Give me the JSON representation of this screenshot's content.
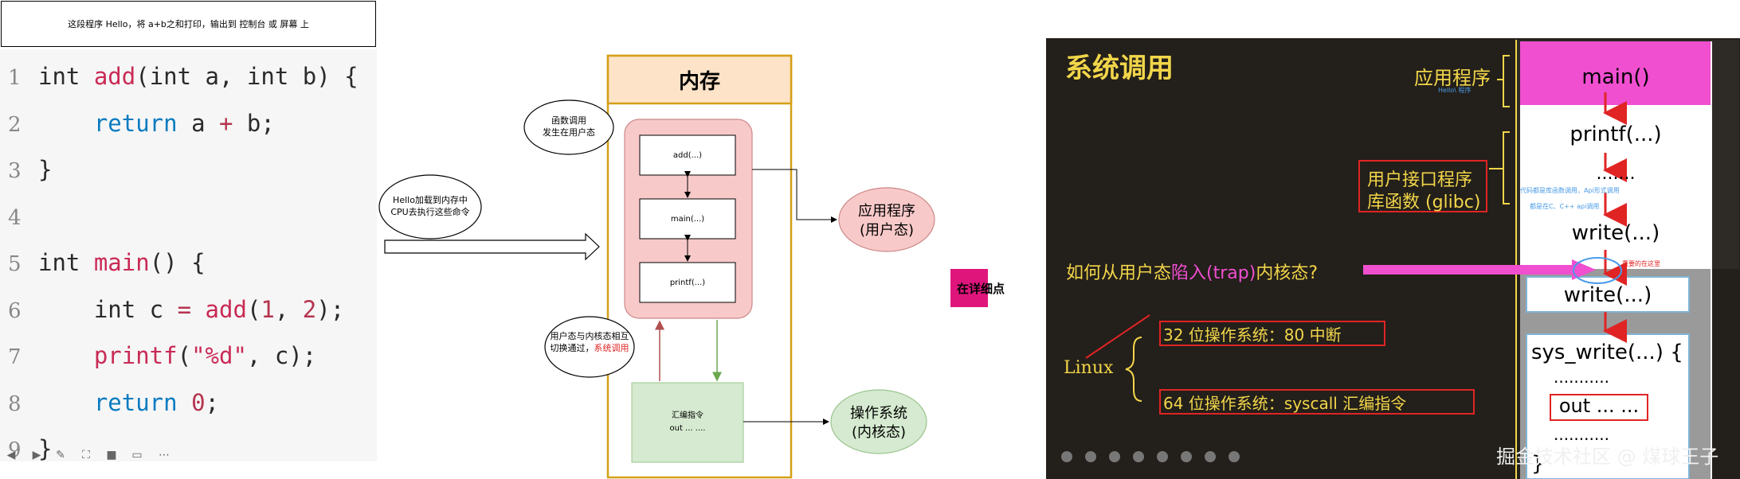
{
  "caption": "这段程序   Hello，将 a+b之和打印，输出到 控制台 或 屏幕 上",
  "code": {
    "lines": [
      {
        "num": "1",
        "parts": [
          [
            "kw",
            "int "
          ],
          [
            "fn",
            "add"
          ],
          [
            "kw",
            "(int a, int b) {"
          ]
        ]
      },
      {
        "num": "2",
        "parts": [
          [
            "kw",
            "    "
          ],
          [
            "kw2",
            "return"
          ],
          [
            "kw",
            " a "
          ],
          [
            "num",
            "+"
          ],
          [
            "kw",
            " b;"
          ]
        ]
      },
      {
        "num": "3",
        "parts": [
          [
            "kw",
            "}"
          ]
        ]
      },
      {
        "num": "4",
        "parts": []
      },
      {
        "num": "5",
        "parts": [
          [
            "kw",
            "int "
          ],
          [
            "fn",
            "main"
          ],
          [
            "kw",
            "() {"
          ]
        ]
      },
      {
        "num": "6",
        "parts": [
          [
            "kw",
            "    int c "
          ],
          [
            "num",
            "="
          ],
          [
            "kw",
            " "
          ],
          [
            "fn",
            "add"
          ],
          [
            "kw",
            "("
          ],
          [
            "num",
            "1"
          ],
          [
            "kw",
            ", "
          ],
          [
            "num",
            "2"
          ],
          [
            "kw",
            ");"
          ]
        ]
      },
      {
        "num": "7",
        "parts": [
          [
            "kw",
            "    "
          ],
          [
            "fn",
            "printf"
          ],
          [
            "kw",
            "("
          ],
          [
            "str",
            "\"%d\""
          ],
          [
            "kw",
            ", c);"
          ]
        ]
      },
      {
        "num": "8",
        "parts": [
          [
            "kw",
            "    "
          ],
          [
            "kw2",
            "return"
          ],
          [
            "kw",
            " "
          ],
          [
            "num",
            "0"
          ],
          [
            "kw",
            ";"
          ]
        ]
      },
      {
        "num": "9",
        "parts": [
          [
            "kw",
            "}"
          ]
        ]
      }
    ]
  },
  "diagram": {
    "memory_title": "内存",
    "cloud_load": "Hello加载到内存中\nCPU去执行这些命令",
    "cloud_func": "函数调用\n发生在用户态",
    "cloud_switch_a": "用户态与内核态相互\n切换通过，",
    "cloud_switch_b": "系统调用",
    "box_add": "add(...)",
    "box_main": "main(...)",
    "box_printf": "printf(...)",
    "asm_line1": "汇编指令",
    "asm_line2": "out ... ....",
    "app_line1": "应用程序",
    "app_line2": "(用户态)",
    "os_line1": "操作系统",
    "os_line2": "(内核态)",
    "detail_label": "在详细点"
  },
  "slide": {
    "title": "系统调用",
    "app_label": "应用程序",
    "hello_note": "Hello\\ 程序",
    "lib_line1": "用户接口程序",
    "lib_line2": "库函数 (glibc)",
    "note_blue1": "代码都是库函数调用，Api形式调用",
    "note_blue2": "都是在C、C++ api调用",
    "question_a": "如何从用户态",
    "question_b": "陷入(trap)",
    "question_c": "内核态?",
    "note_red": "重要的在这里",
    "linux": "Linux",
    "os32": "32 位操作系统：80 中断",
    "os64": "64 位操作系统：syscall 汇编指令",
    "col_main": "main()",
    "col_printf": "printf(...)",
    "col_dots": ".......",
    "col_write1": "write(...)",
    "col_write2": "write(...)",
    "col_sys": "sys_write(...) {",
    "col_dots2": "...........",
    "col_out": "out ... ...",
    "col_dots3": "...........",
    "col_brace": "}",
    "watermark": "掘金技术社区 @ 煤球王子"
  },
  "colors": {
    "memory_border": "#d4a017",
    "memory_header": "#fde3c7",
    "pink_box": "#f8c9c9",
    "green_box": "#d5ead0",
    "pink_arrow": "#e0157c",
    "slide_bg": "#231f1a",
    "slide_yellow": "#f2d64a",
    "slide_red": "#e02424",
    "magenta": "#f04fd0"
  }
}
